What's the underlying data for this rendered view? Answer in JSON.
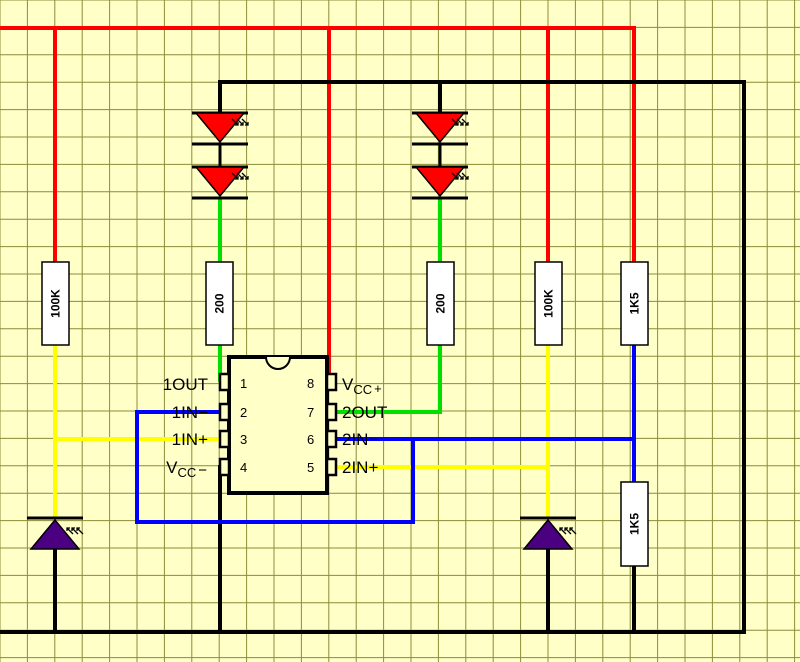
{
  "colors": {
    "background": "#ffffc8",
    "grid": "#8c8c38",
    "supply_wire": "#ff0000",
    "ground_wire": "#000000",
    "led_signal_wire": "#00e000",
    "input_wire": "#ffff00",
    "feedback_wire": "#0000ff",
    "led_fill": "#ff0000",
    "photodiode_fill": "#4b0082"
  },
  "resistors": {
    "r_left_sensor": "100K",
    "r_led1": "200",
    "r_led2": "200",
    "r_right_sensor": "100K",
    "r_divider_top": "1K5",
    "r_divider_bottom": "1K5"
  },
  "chip": {
    "left_pins": [
      {
        "num": "1",
        "label": "1OUT"
      },
      {
        "num": "2",
        "label": "1IN−"
      },
      {
        "num": "3",
        "label": "1IN+"
      },
      {
        "num": "4",
        "label": "VCC−",
        "base": "V",
        "sub": "CC",
        "sign": "−"
      }
    ],
    "right_pins": [
      {
        "num": "8",
        "label": "VCC+",
        "base": "V",
        "sub": "CC",
        "sign": "+"
      },
      {
        "num": "7",
        "label": "2OUT"
      },
      {
        "num": "6",
        "label": "2IN−"
      },
      {
        "num": "5",
        "label": "2IN+"
      }
    ]
  },
  "icons": {
    "led": "led-icon",
    "photodiode": "photodiode-icon",
    "resistor": "resistor-icon",
    "ic": "dip8-ic-icon"
  }
}
